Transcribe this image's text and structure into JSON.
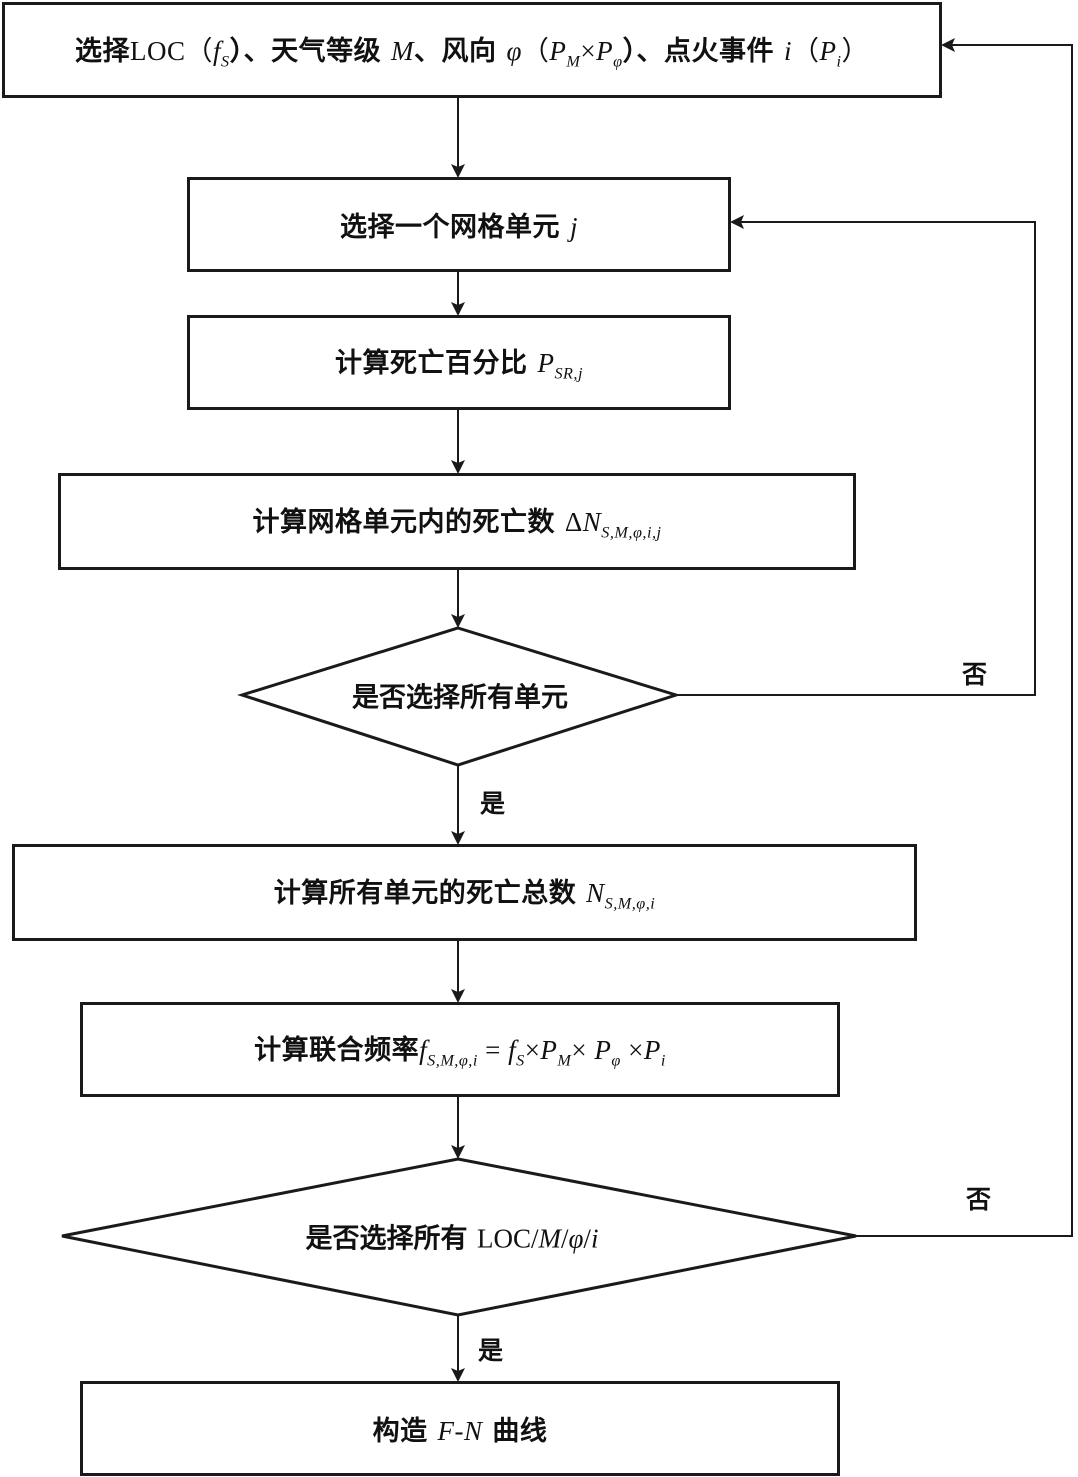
{
  "flowchart": {
    "step1": {
      "t1": "选择",
      "t2": "LOC（",
      "t3": "f",
      "t3sub": "S",
      "t4": "）、天气等级 ",
      "t5": "M",
      "t6": "、风向 ",
      "t7": "φ",
      "t8": "（",
      "t9": "P",
      "t9sub": "M",
      "t10": "×",
      "t11": "P",
      "t11sub": "φ",
      "t12": "）、点火事件 ",
      "t13": "i",
      "t14": "（",
      "t15": "P",
      "t15sub": "i",
      "t16": "）"
    },
    "step2": {
      "t1": "选择一个网格单元 ",
      "t2": "j"
    },
    "step3": {
      "t1": "计算死亡百分比 ",
      "t2": "P",
      "t2sub": "SR,j"
    },
    "step4": {
      "t1": "计算网格单元内的死亡数 ",
      "t2": "Δ",
      "t3": "N",
      "t3sub": "S,M,φ,i,j"
    },
    "decision1": {
      "text": "是否选择所有单元",
      "no": "否",
      "yes": "是"
    },
    "step5": {
      "t1": "计算所有单元的死亡总数 ",
      "t2": "N",
      "t2sub": "S,M,φ,i"
    },
    "step6": {
      "t1": "计算联合频率",
      "t2": "f",
      "t2sub": "S,M,φ,i",
      "t3": " = ",
      "t4": "f",
      "t4sub": "S",
      "t5": "×",
      "t6": "P",
      "t6sub": "M",
      "t7": "× ",
      "t8": "P",
      "t8sub": "φ",
      "t9": " ×",
      "t10": "P",
      "t10sub": "i"
    },
    "decision2": {
      "t1": "是否选择所有 ",
      "t2": "LOC/",
      "t3": "M",
      "t4": "/",
      "t5": "φ",
      "t6": "/",
      "t7": "i",
      "no": "否",
      "yes": "是"
    },
    "step7": {
      "t1": "构造 ",
      "t2": "F",
      "t3": "-",
      "t4": "N",
      "t5": " 曲线"
    }
  }
}
